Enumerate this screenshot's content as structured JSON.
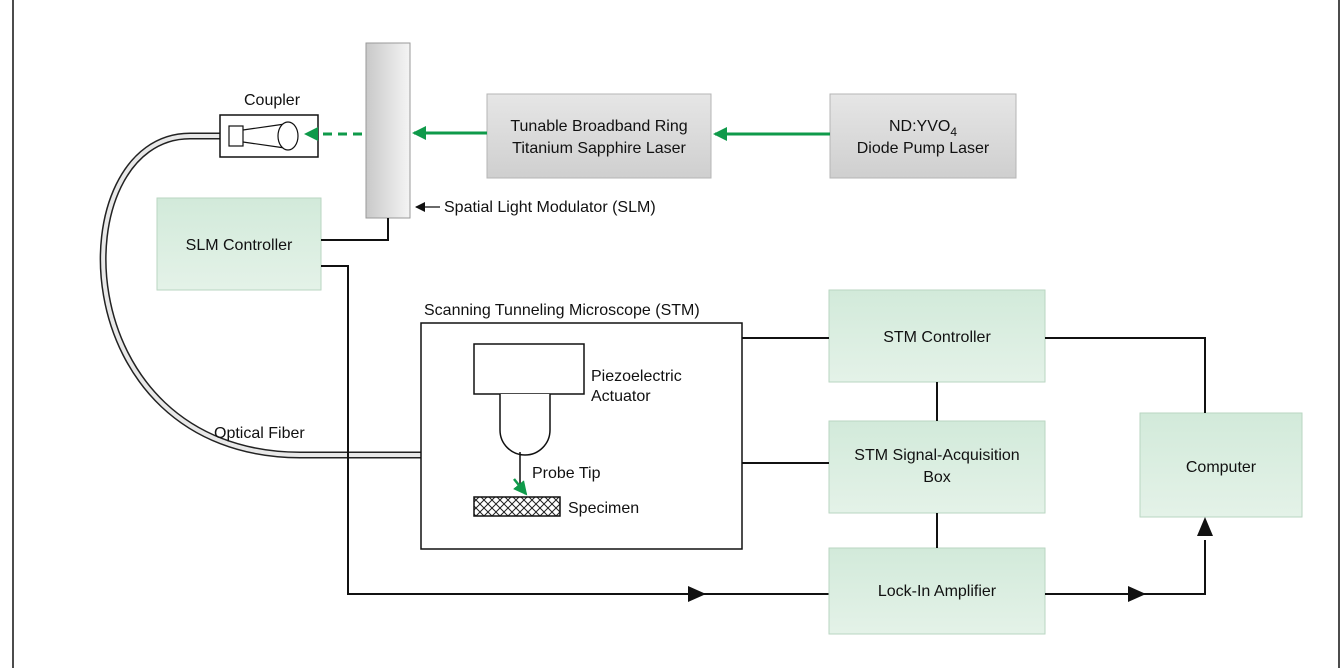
{
  "labels": {
    "coupler": "Coupler",
    "slm_label": "Spatial Light Modulator (SLM)",
    "ti_laser_line1": "Tunable Broadband Ring",
    "ti_laser_line2": "Titanium Sapphire Laser",
    "pump_line1_main": "ND:YVO",
    "pump_line1_sub": "4",
    "pump_line2": "Diode Pump Laser",
    "slm_controller": "SLM Controller",
    "stm_title": "Scanning Tunneling Microscope (STM)",
    "piezo_line1": "Piezoelectric",
    "piezo_line2": "Actuator",
    "probe_tip": "Probe Tip",
    "specimen": "Specimen",
    "optical_fiber": "Optical Fiber",
    "stm_controller": "STM Controller",
    "signal_box_line1": "STM Signal-Acquisition",
    "signal_box_line2": "Box",
    "lock_in": "Lock-In Amplifier",
    "computer": "Computer"
  },
  "colors": {
    "laser_box": "#d8d8d8",
    "green_box": "#dbeee0",
    "beam": "#0f9a4a",
    "line": "#111111"
  }
}
